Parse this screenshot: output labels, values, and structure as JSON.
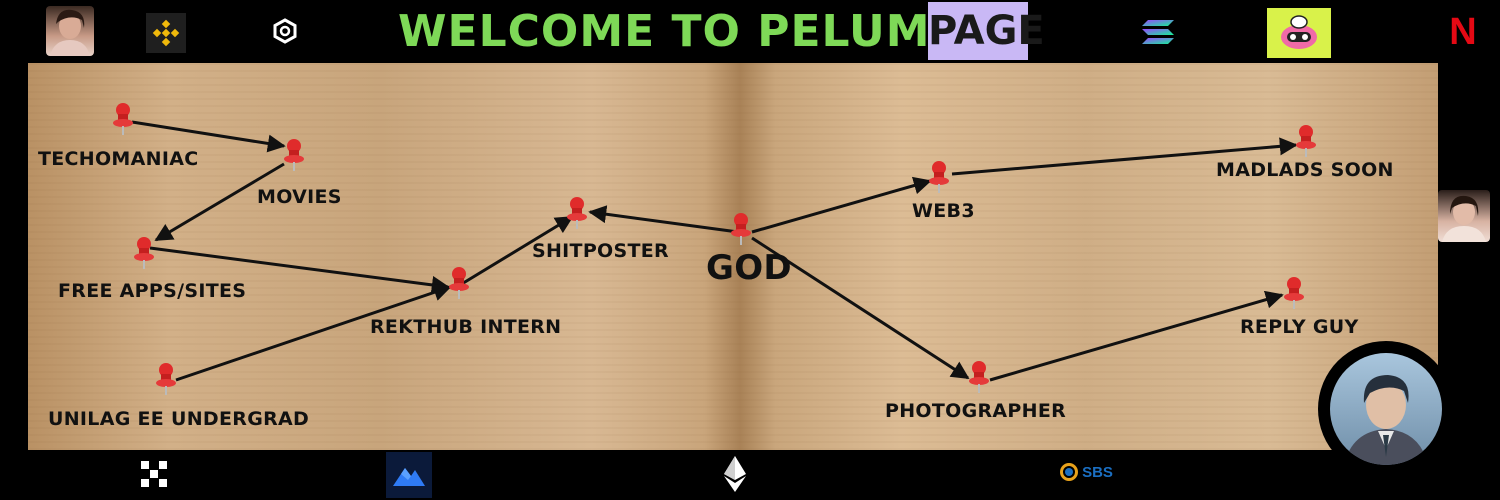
{
  "header": {
    "title": "WELCOME TO PELUMI'S",
    "title_highlight": "PAGE",
    "icons": [
      "avatar",
      "binance-icon",
      "hexagon-logo-icon",
      "solana-icon",
      "robot-mascot-icon",
      "netflix-icon"
    ],
    "netflix_text": "N"
  },
  "board": {
    "nodes": [
      {
        "id": "techomaniac",
        "label": "TECHOMANIAC"
      },
      {
        "id": "movies",
        "label": "MOVIES"
      },
      {
        "id": "free-apps",
        "label": "FREE APPS/SITES"
      },
      {
        "id": "rekthub",
        "label": "REKTHUB INTERN"
      },
      {
        "id": "unilag",
        "label": "UNILAG EE UNDERGRAD"
      },
      {
        "id": "shitposter",
        "label": "SHITPOSTER"
      },
      {
        "id": "god",
        "label": "GOD"
      },
      {
        "id": "web3",
        "label": "WEB3"
      },
      {
        "id": "madlads",
        "label": "MADLADS SOON"
      },
      {
        "id": "photographer",
        "label": "PHOTOGRAPHER"
      },
      {
        "id": "reply-guy",
        "label": "REPLY GUY"
      }
    ]
  },
  "footer": {
    "icons": [
      "okx-icon",
      "mountain-logo-icon",
      "ethereum-icon",
      "sbs-logo-icon"
    ],
    "sbs_text": "SBS"
  },
  "colors": {
    "title_green": "#7ed957",
    "page_purple": "#c9b8f5",
    "pin_red": "#e02b2b"
  }
}
